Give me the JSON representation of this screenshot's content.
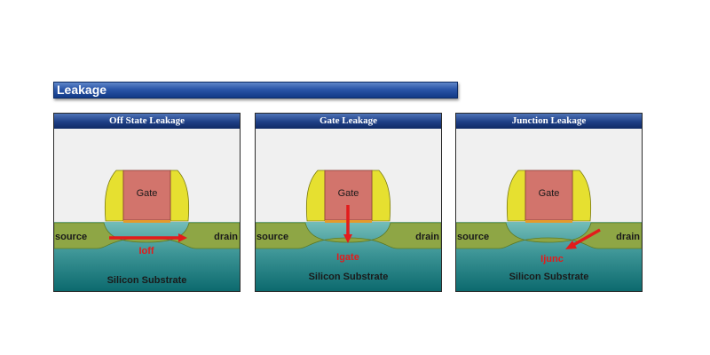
{
  "header": {
    "title": "Leakage"
  },
  "panels": [
    {
      "title": "Off State Leakage",
      "gate_label": "Gate",
      "source_label": "source",
      "drain_label": "drain",
      "current_label": "Ioff",
      "substrate_label": "Silicon Substrate"
    },
    {
      "title": "Gate Leakage",
      "gate_label": "Gate",
      "source_label": "source",
      "drain_label": "drain",
      "current_label": "Igate",
      "substrate_label": "Silicon Substrate"
    },
    {
      "title": "Junction Leakage",
      "gate_label": "Gate",
      "source_label": "source",
      "drain_label": "drain",
      "current_label": "Ijunc",
      "substrate_label": "Silicon Substrate"
    }
  ],
  "colors": {
    "gate": "#d2746c",
    "spacer": "#e6e030",
    "oxide": "#e59a2a",
    "diffusion": "#8ea645",
    "substrate_top": "#6fb8b5",
    "substrate_bottom": "#0d6c70",
    "arrow": "#e31b1b"
  }
}
